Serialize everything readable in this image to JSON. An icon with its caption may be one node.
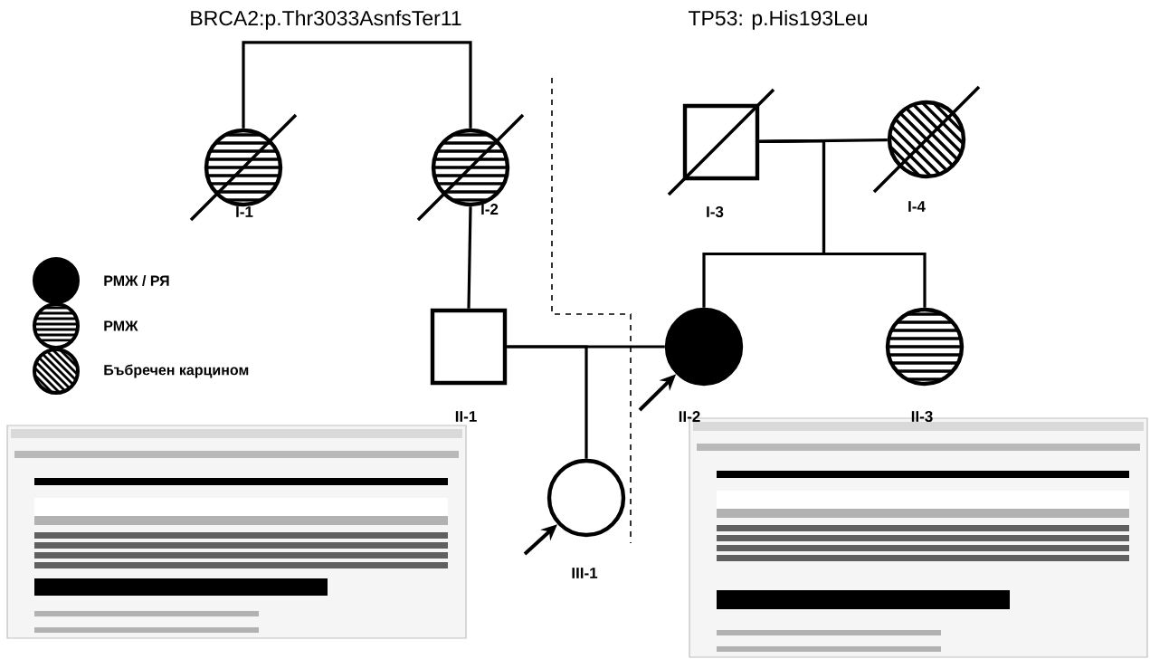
{
  "diagram": {
    "nodes": [
      {
        "text": [],
        "shape": "circle",
        "beside": [
          "I-1"
        ]
      },
      {
        "text": [],
        "shape": "circle",
        "beside": [
          "I-2"
        ]
      },
      {
        "text": [],
        "shape": "box",
        "beside": [
          "I-3"
        ]
      },
      {
        "text": [],
        "shape": "circle",
        "beside": [
          "I-4"
        ]
      },
      {
        "text": [],
        "shape": "box",
        "beside": [
          "II-1"
        ]
      },
      {
        "text": [],
        "shape": "circle",
        "beside": [
          "II-2"
        ]
      },
      {
        "text": [],
        "shape": "circle",
        "beside": [
          "II-3"
        ]
      },
      {
        "text": [],
        "shape": "circle",
        "beside": [
          "III-1"
        ]
      }
    ],
    "edges": [
      {
        "from": 0,
        "to": 1,
        "arrow": "none"
      },
      {
        "from": 1,
        "to": 4,
        "arrow": "none"
      },
      {
        "from": 2,
        "to": 3,
        "arrow": "none"
      },
      {
        "from": 2,
        "to": 5,
        "arrow": "none"
      },
      {
        "from": 2,
        "to": 6,
        "arrow": "none"
      },
      {
        "from": 4,
        "to": 5,
        "arrow": "none"
      },
      {
        "from": 4,
        "to": 7,
        "arrow": "none"
      },
      {
        "from": null,
        "to": 5,
        "arrow": "to"
      },
      {
        "from": null,
        "to": 7,
        "arrow": "to"
      }
    ],
    "labels": [
      "BRCA2:p.Thr3033AsnfsTer11",
      "TP53: p.His193Leu"
    ],
    "legend": [
      {
        "text": "РМЖ / РЯ",
        "color": "#000000"
      },
      {
        "text": "РМЖ"
      },
      {
        "text": "Бъбречен карцином"
      }
    ]
  }
}
